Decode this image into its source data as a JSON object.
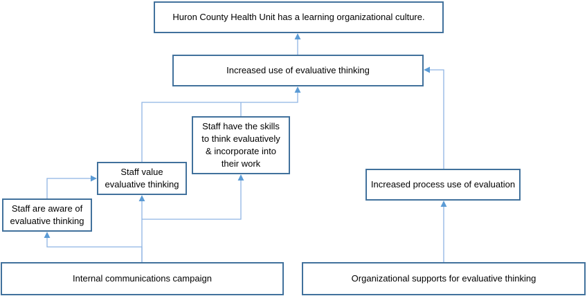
{
  "diagram": {
    "nodes": {
      "culture": "Huron County Health Unit has a learning organizational culture.",
      "increased_use": "Increased use of evaluative thinking",
      "skills": "Staff have the skills\nto think evaluatively\n& incorporate into\ntheir work",
      "value": "Staff value\nevaluative thinking",
      "aware": "Staff are aware of\nevaluative thinking",
      "process_use": "Increased process use of evaluation",
      "internal_comms": "Internal communications campaign",
      "org_supports": "Organizational supports for evaluative thinking"
    },
    "edges": [
      {
        "from": "internal_comms",
        "to": "aware"
      },
      {
        "from": "internal_comms",
        "to": "value"
      },
      {
        "from": "internal_comms",
        "to": "skills"
      },
      {
        "from": "aware",
        "to": "value"
      },
      {
        "from": "value",
        "to": "increased_use"
      },
      {
        "from": "skills",
        "to": "increased_use"
      },
      {
        "from": "org_supports",
        "to": "process_use"
      },
      {
        "from": "process_use",
        "to": "increased_use"
      },
      {
        "from": "increased_use",
        "to": "culture"
      }
    ],
    "colors": {
      "node_border": "#41719c",
      "connector": "#8eb4e3",
      "arrowhead": "#5b9bd5"
    }
  }
}
